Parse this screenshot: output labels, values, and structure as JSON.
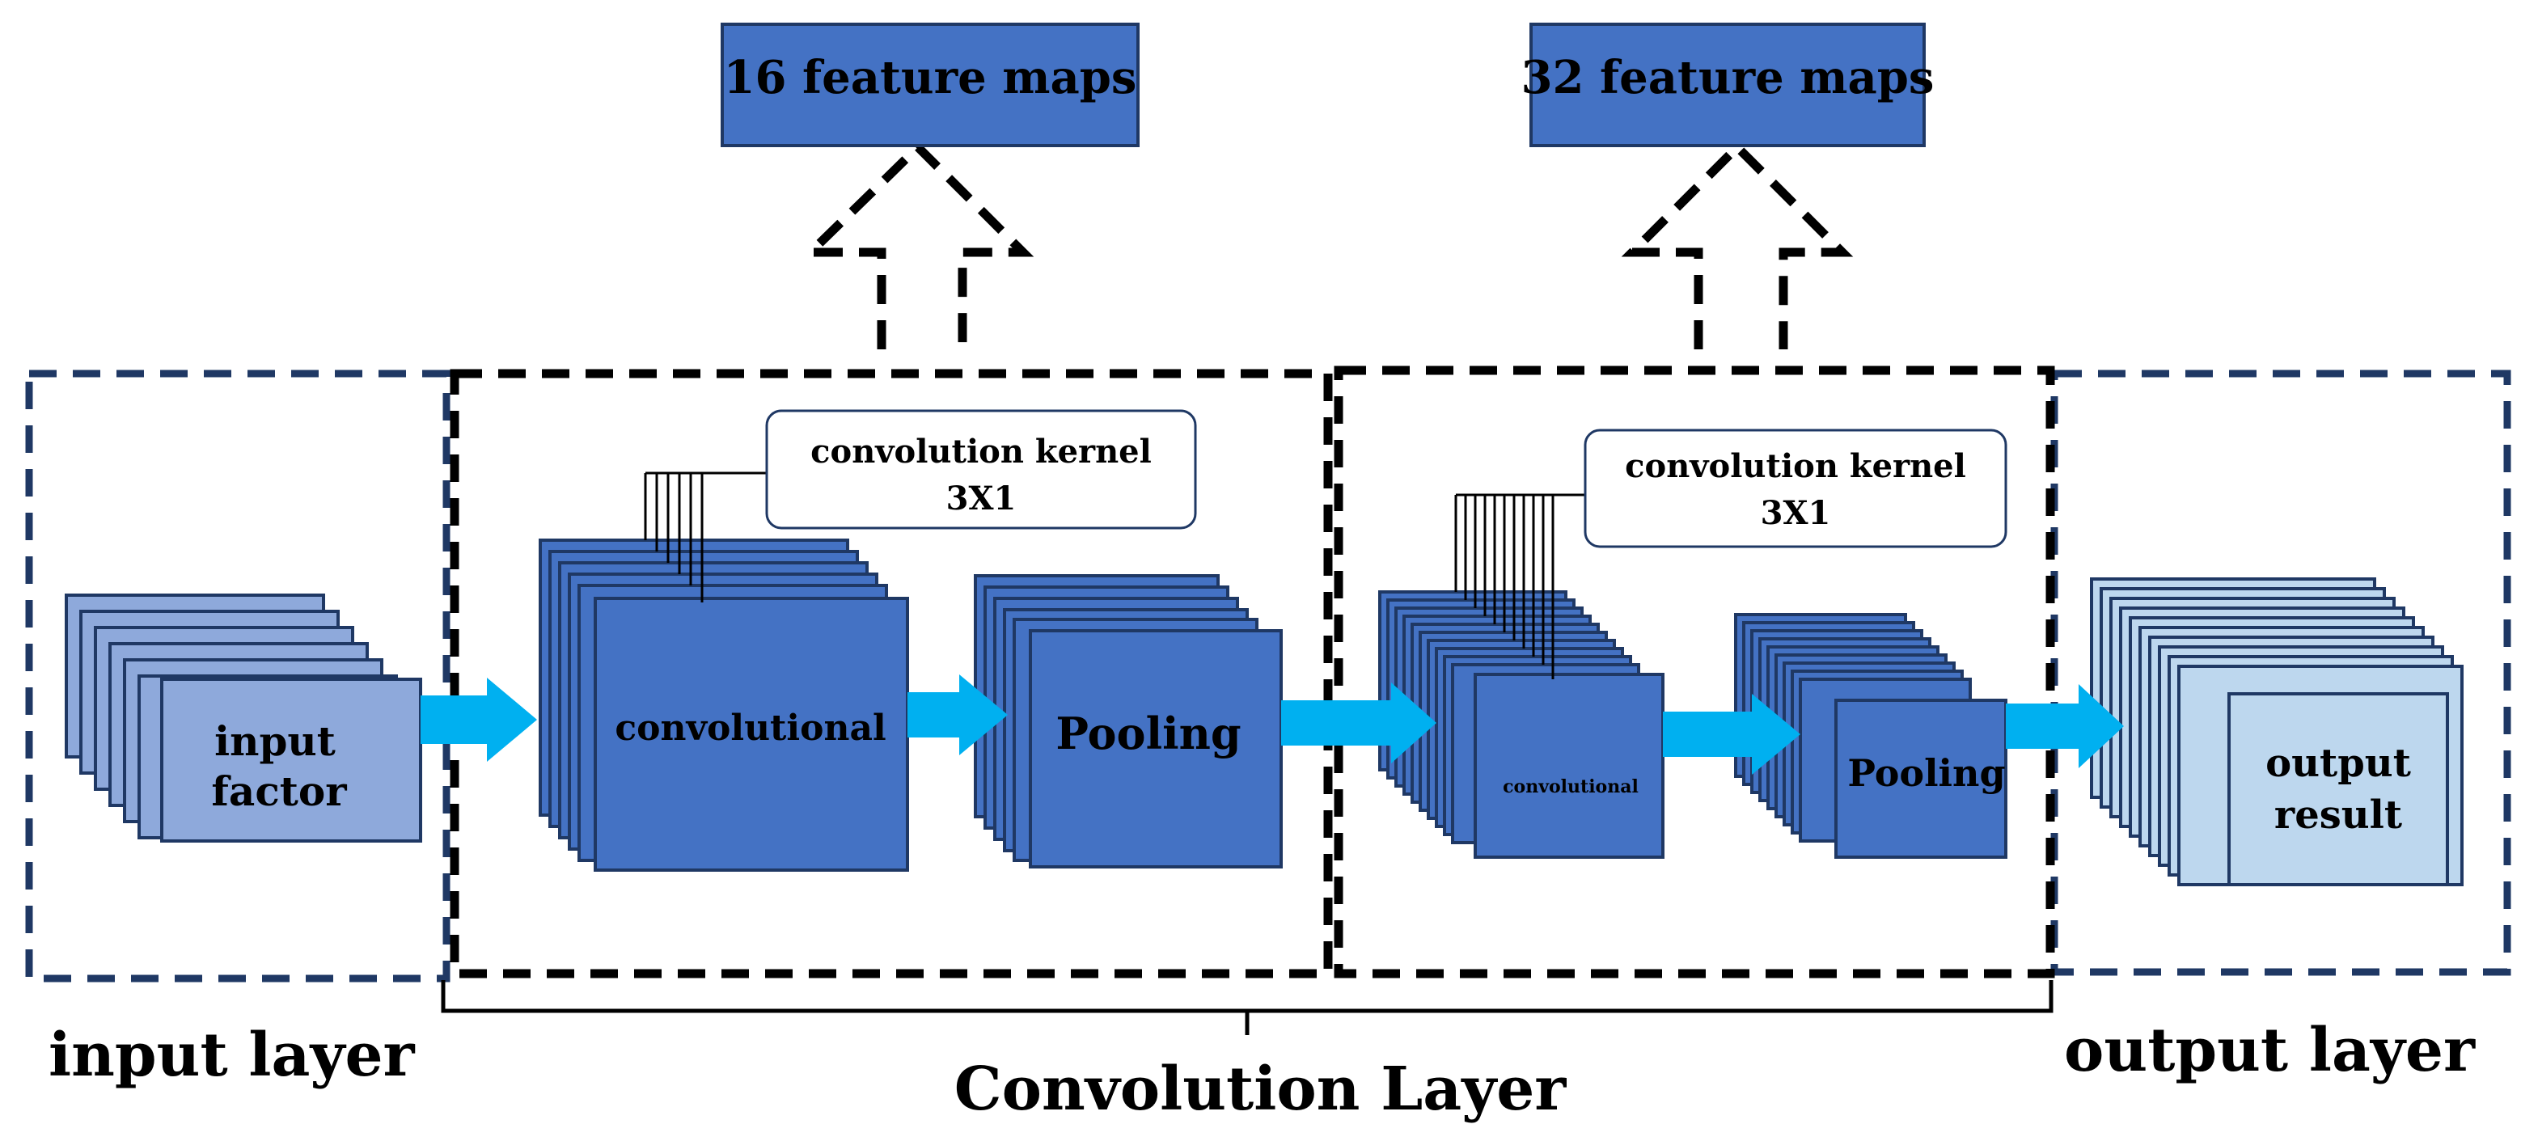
{
  "feature_maps_1": "16 feature maps",
  "feature_maps_2": "32 feature maps",
  "kernel_1": {
    "line1": "convolution kernel",
    "line2": "3X1"
  },
  "kernel_2": {
    "line1": "convolution kernel",
    "line2": "3X1"
  },
  "input_block": {
    "line1": "input",
    "line2": "factor"
  },
  "conv_block_1": "convolutional",
  "pool_block_1": "Pooling",
  "conv_block_2": "convolutional",
  "pool_block_2": "Pooling",
  "output_block": {
    "line1": "output",
    "line2": "result"
  },
  "captions": {
    "input_layer": "input layer",
    "convolution_layer": "Convolution Layer",
    "output_layer": "output layer"
  },
  "colors": {
    "input_stack": "#8ea9db",
    "conv_stack": "#4472c4",
    "output_stack": "#bdd7ee",
    "flow_arrow": "#00b0f0",
    "section_border_dark": "#1f3864",
    "section_border_black": "#000000"
  }
}
